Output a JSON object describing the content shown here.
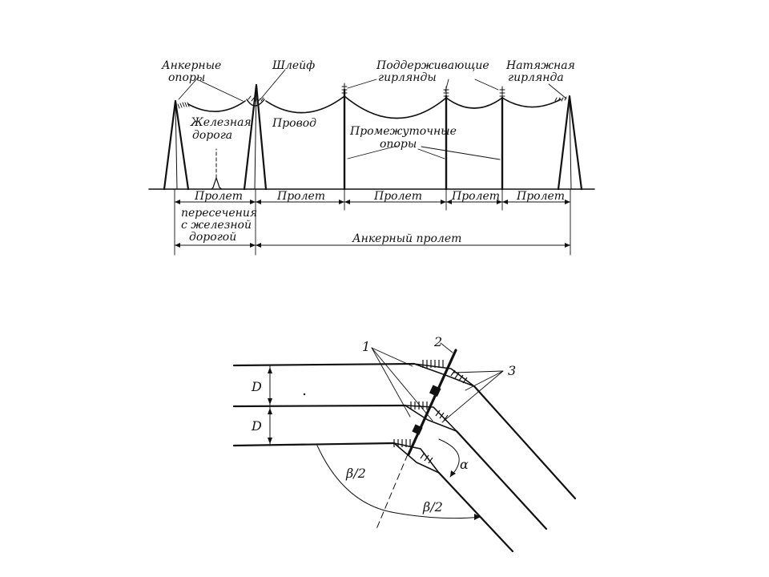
{
  "span_diagram": {
    "labels": {
      "anchor_supports": [
        "Анкерные",
        "опоры"
      ],
      "loop": "Шлейф",
      "support_garlands": [
        "Поддерживающие",
        "гирлянды"
      ],
      "tension_garland": [
        "Натяжная",
        "гирлянда"
      ],
      "railway": [
        "Железная",
        "дорога"
      ],
      "wire": "Провод",
      "intermediate_supports": [
        "Промежуточные",
        "опоры"
      ],
      "span": "Пролет",
      "crossing_span": [
        "пересечения",
        "с железной",
        "дорогой"
      ],
      "anchor_span": "Анкерный   пролет"
    }
  },
  "angle_diagram": {
    "labels": {
      "n1": "1",
      "n2": "2",
      "n3": "3",
      "D": "D",
      "beta_half": "β/2",
      "alpha": "α"
    }
  }
}
